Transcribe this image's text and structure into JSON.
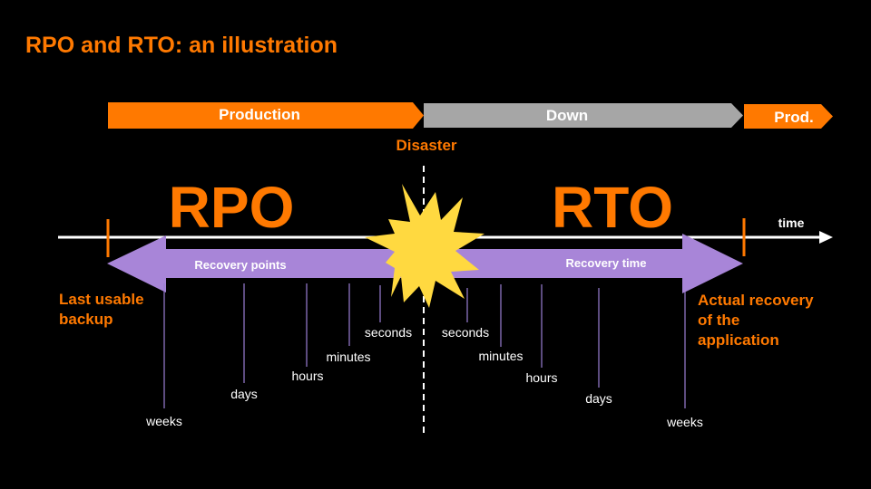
{
  "title": "RPO and RTO: an illustration",
  "colors": {
    "orange": "#ff7900",
    "grey": "#a6a6a6",
    "purple": "#a885d8",
    "yellow": "#ffd940",
    "white": "#ffffff",
    "background": "#000000"
  },
  "phases": {
    "production": "Production",
    "down": "Down",
    "prod": "Prod."
  },
  "disaster_label": "Disaster",
  "rpo_label": "RPO",
  "rto_label": "RTO",
  "time_label": "time",
  "rpo_arrow_label": "Recovery points",
  "rto_arrow_label": "Recovery time",
  "last_backup_label": [
    "Last usable",
    "backup"
  ],
  "actual_recovery_label": [
    "Actual recovery",
    "of the",
    "application"
  ],
  "rpo_ticks": [
    "seconds",
    "minutes",
    "hours",
    "days",
    "weeks"
  ],
  "rto_ticks": [
    "seconds",
    "minutes",
    "hours",
    "days",
    "weeks"
  ]
}
